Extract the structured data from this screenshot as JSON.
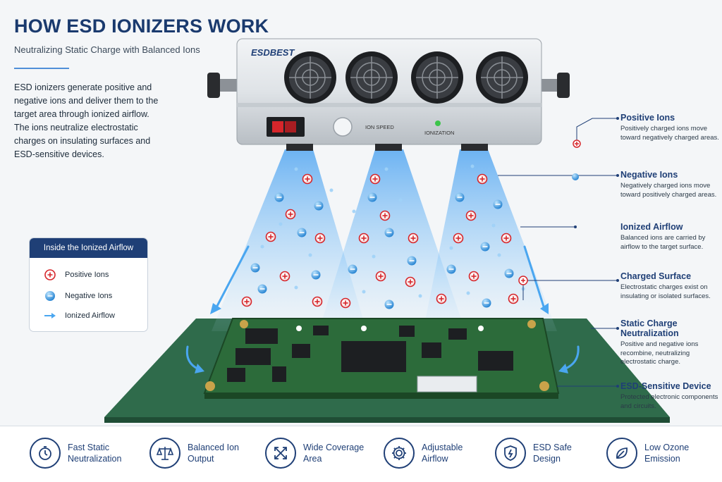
{
  "header": {
    "title": "HOW ESD IONIZERS WORK",
    "subtitle": "Neutralizing Static Charge with Balanced Ions"
  },
  "intro": {
    "paragraph1": "ESD ionizers generate positive and negative ions and deliver them to the target area through ionized airflow.",
    "paragraph2": "The ions neutralize electrostatic charges on insulating surfaces and ESD-sensitive devices."
  },
  "device": {
    "brand": "ESDBEST",
    "knob_label": "ION SPEED",
    "indicator_label": "IONIZATION"
  },
  "legend": {
    "title": "Inside the Ionized Airflow",
    "items": [
      {
        "label": "Positive Ions"
      },
      {
        "label": "Negative Ions"
      },
      {
        "label": "Ionized Airflow"
      }
    ]
  },
  "callouts": [
    {
      "title": "Positive Ions",
      "text": "Positively charged ions move toward negatively charged areas."
    },
    {
      "title": "Negative Ions",
      "text": "Negatively charged ions move toward positively charged areas."
    },
    {
      "title": "Ionized Airflow",
      "text": "Balanced ions are carried by airflow to the target surface."
    },
    {
      "title": "Charged Surface",
      "text": "Electrostatic charges exist on insulating or isolated surfaces."
    },
    {
      "title": "Static Charge Neutralization",
      "text": "Positive and negative ions recombine, neutralizing electrostatic charge."
    },
    {
      "title": "ESD-Sensitive Device",
      "text": "Protected electronic components and circuits."
    }
  ],
  "features": [
    {
      "label": "Fast Static Neutralization",
      "icon": "stopwatch-icon"
    },
    {
      "label": "Balanced Ion Output",
      "icon": "scale-icon"
    },
    {
      "label": "Wide Coverage Area",
      "icon": "expand-arrows-icon"
    },
    {
      "label": "Adjustable Airflow",
      "icon": "gear-icon"
    },
    {
      "label": "ESD Safe Design",
      "icon": "shield-icon"
    },
    {
      "label": "Low Ozone Emission",
      "icon": "leaf-icon"
    }
  ],
  "colors": {
    "navy": "#1f3f76",
    "positive_ion": "#d6262b",
    "negative_ion": "#2a8fd8",
    "airflow": "#4aa6f0",
    "mat": "#2f6b4b",
    "pcb": "#2c6b3a"
  }
}
